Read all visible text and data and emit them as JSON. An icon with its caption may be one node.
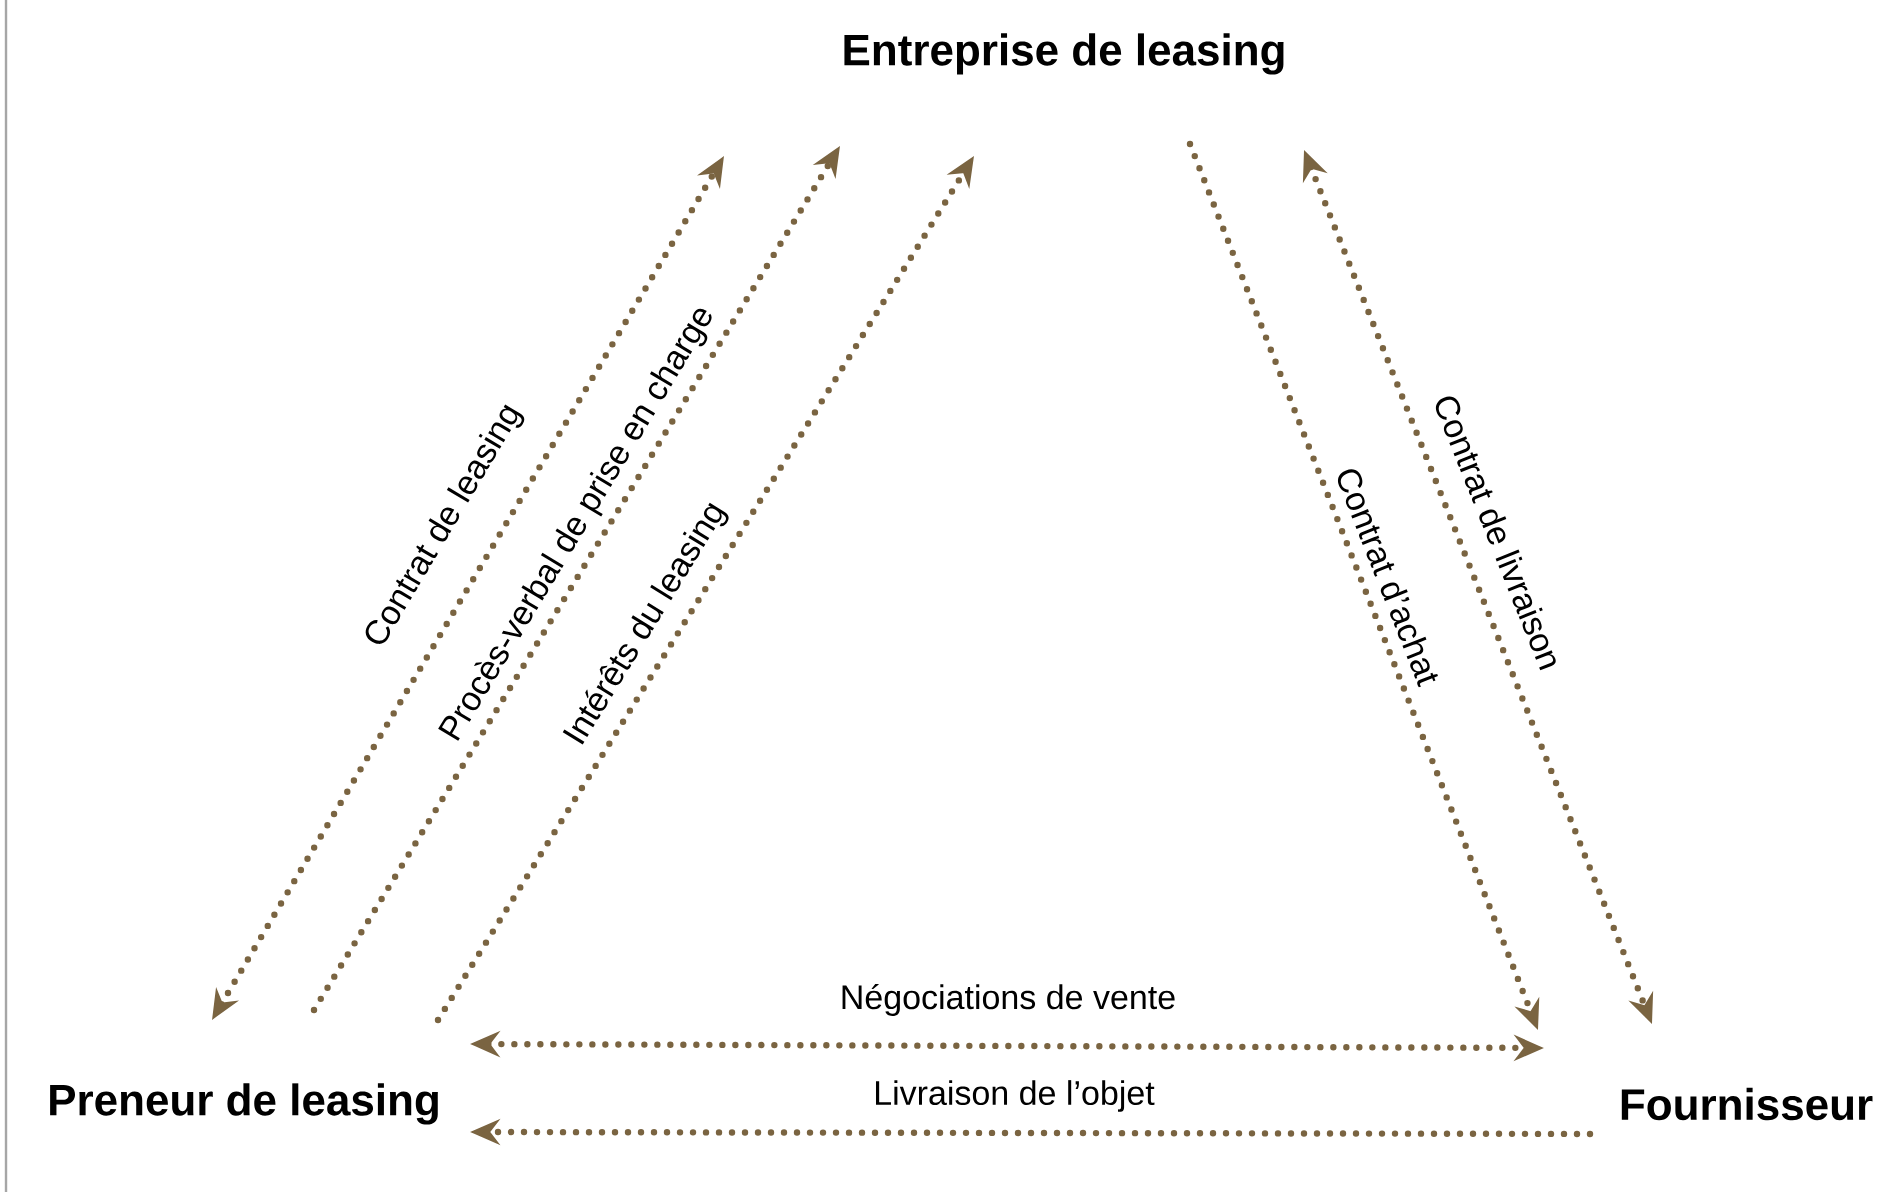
{
  "diagram": {
    "nodes": [
      {
        "text": [
          "Entreprise de leasing"
        ]
      },
      {
        "text": [
          "Preneur de leasing"
        ]
      },
      {
        "text": [
          "Fournisseur"
        ]
      }
    ],
    "edges": [
      {
        "from": 1,
        "to": 0,
        "arrow": "both",
        "label": "Contrat de leasing"
      },
      {
        "from": 1,
        "to": 0,
        "arrow": "to",
        "label": "Procès-verbal de prise en charge"
      },
      {
        "from": 1,
        "to": 0,
        "arrow": "to",
        "label": "Intérêts du leasing"
      },
      {
        "from": 0,
        "to": 2,
        "arrow": "to",
        "label": "Contrat d’achat"
      },
      {
        "from": 0,
        "to": 2,
        "arrow": "both",
        "label": "Contrat de livraison"
      },
      {
        "from": 1,
        "to": 2,
        "arrow": "both",
        "label": "Négociations de vente"
      },
      {
        "from": 2,
        "to": 1,
        "arrow": "to",
        "label": "Livraison de l’objet"
      }
    ]
  }
}
